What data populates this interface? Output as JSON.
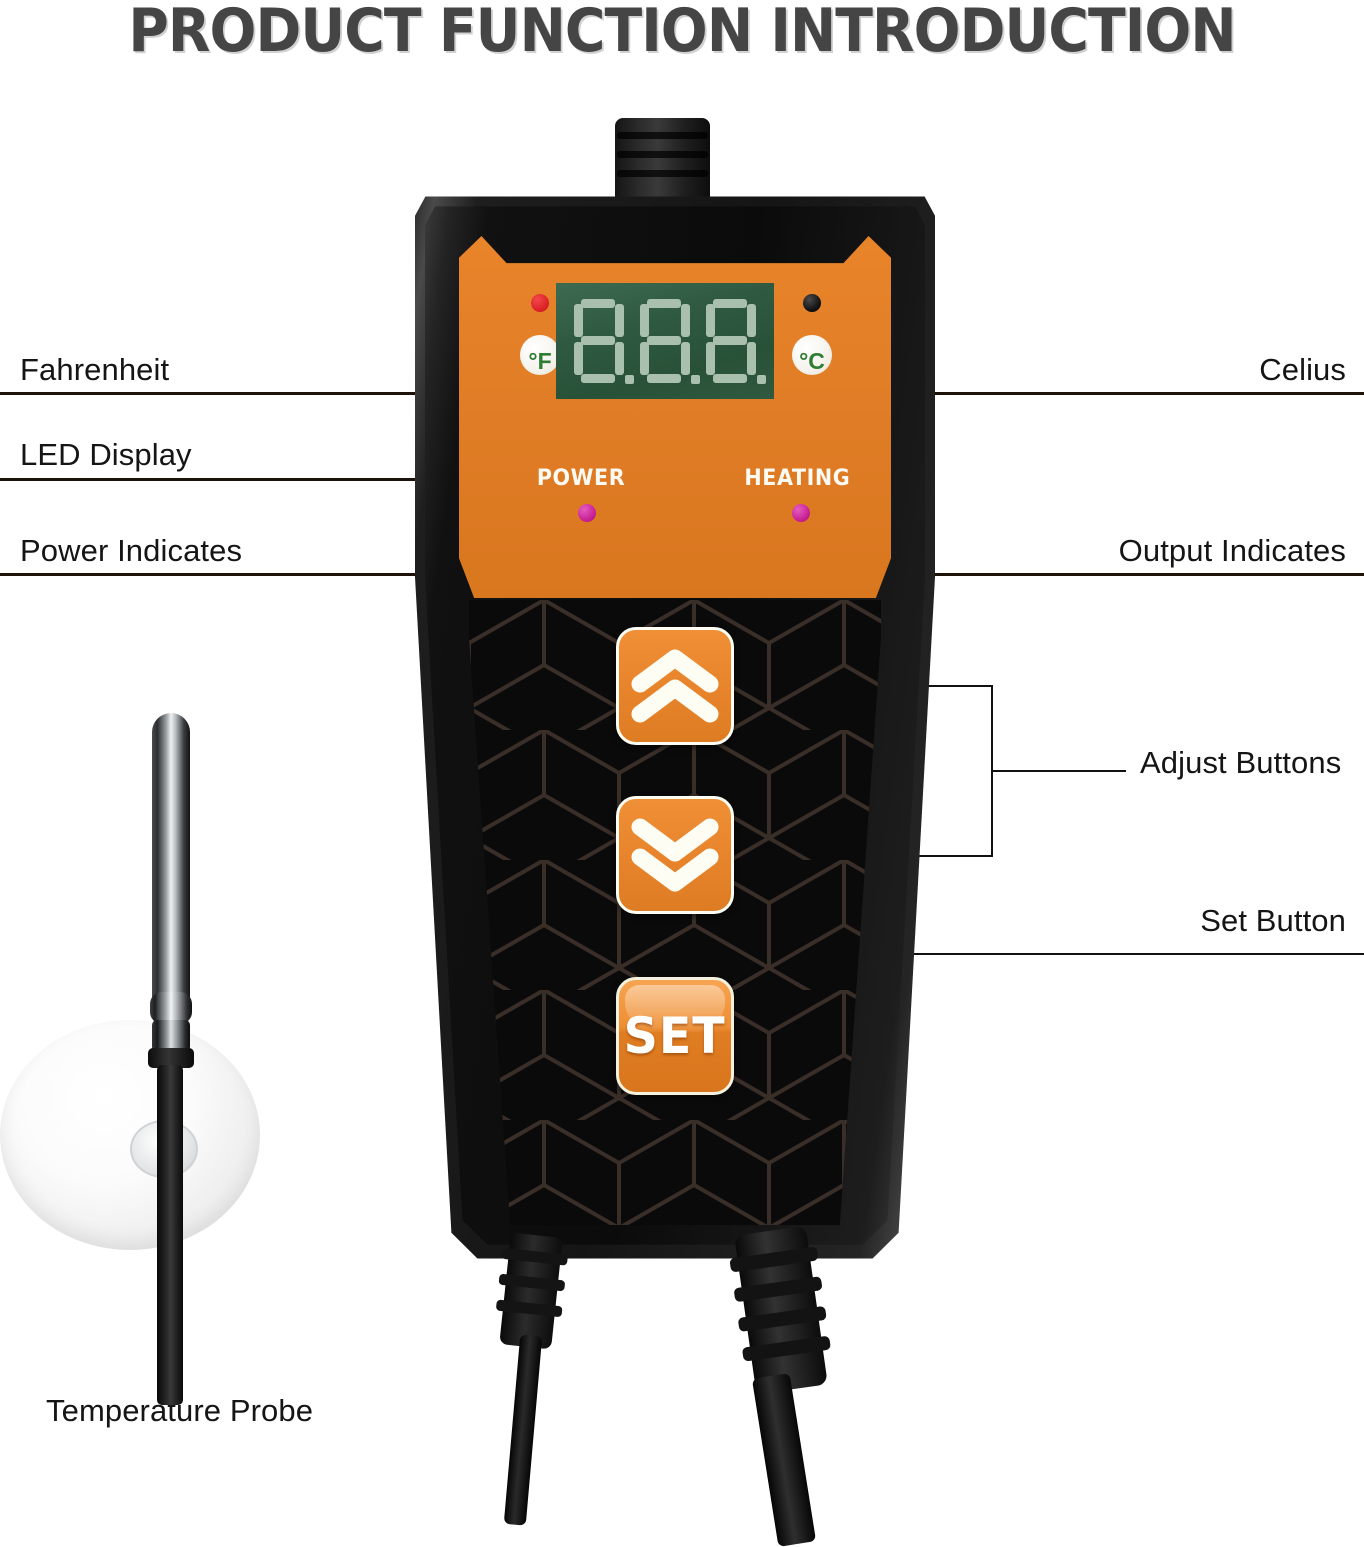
{
  "page": {
    "title": "PRODUCT FUNCTION INTRODUCTION",
    "background": "#ffffff"
  },
  "colors": {
    "faceplate_orange": "#e4801f",
    "button_orange": "#e8852c",
    "body_black": "#121212",
    "led_panel_green": "#2f5a41",
    "led_segment": "#a9c0ae",
    "status_led_magenta": "#c71f93",
    "fahrenheit_led": "#d81f24",
    "celsius_led": "#111111",
    "title_gray": "#454545",
    "leader_line": "#1d1208"
  },
  "callouts": {
    "left": [
      {
        "id": "fahrenheit",
        "label": "Fahrenheit"
      },
      {
        "id": "led-display",
        "label": "LED Display"
      },
      {
        "id": "power-indicates",
        "label": "Power Indicates"
      },
      {
        "id": "temperature-probe",
        "label": "Temperature Probe"
      }
    ],
    "right": [
      {
        "id": "celsius",
        "label": "Celius"
      },
      {
        "id": "output-indicates",
        "label": "Output Indicates"
      },
      {
        "id": "adjust-buttons",
        "label": "Adjust Buttons"
      },
      {
        "id": "set-button",
        "label": "Set Button"
      }
    ]
  },
  "device": {
    "display": {
      "panel_type": "7-segment LED",
      "digits": [
        "8.",
        "8.",
        "8."
      ],
      "value": "8.8.8.",
      "segments_lit": "all"
    },
    "unit_indicators": [
      {
        "id": "fahrenheit-indicator",
        "glyph": "°F",
        "led": "on",
        "led_color": "#d81f24"
      },
      {
        "id": "celsius-indicator",
        "glyph": "°C",
        "led": "off",
        "led_color": "#111111"
      }
    ],
    "status_indicators": [
      {
        "id": "power-indicator",
        "label": "POWER",
        "led_color": "#c71f93"
      },
      {
        "id": "heating-indicator",
        "label": "HEATING",
        "led_color": "#c71f93"
      }
    ],
    "buttons": [
      {
        "id": "up-button",
        "icon": "double-chevron-up-icon",
        "label": ""
      },
      {
        "id": "down-button",
        "icon": "double-chevron-down-icon",
        "label": ""
      },
      {
        "id": "set-button",
        "icon": "",
        "label": "SET"
      }
    ],
    "cables": [
      {
        "id": "top-cable",
        "position": "top"
      },
      {
        "id": "bottom-left-cable",
        "position": "bottom-left"
      },
      {
        "id": "bottom-right-cable",
        "position": "bottom-right"
      }
    ]
  },
  "probe": {
    "id": "temperature-probe",
    "parts": [
      "stainless-steel-tip",
      "chrome-collar",
      "suction-cup",
      "black-cable"
    ]
  }
}
